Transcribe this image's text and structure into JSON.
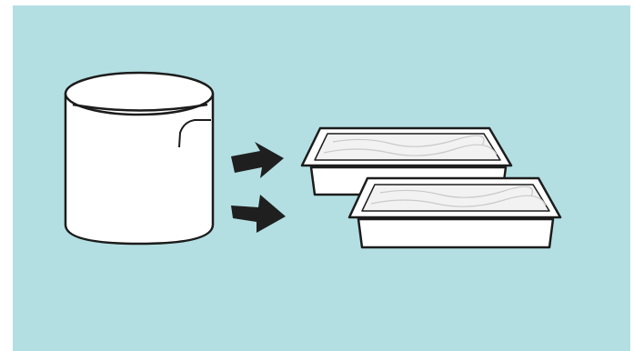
{
  "illustration": {
    "colors": {
      "background": "#b3dfe2",
      "outline": "#1c1c1c",
      "fill": "#ffffff",
      "arrow": "#1f1f1f",
      "texture": "#c9c9c9"
    },
    "elements": [
      {
        "name": "bucket",
        "icon": "bucket-icon"
      },
      {
        "name": "arrow-upper",
        "icon": "arrow-right-icon"
      },
      {
        "name": "arrow-lower",
        "icon": "arrow-right-icon"
      },
      {
        "name": "tray-back",
        "icon": "tray-icon"
      },
      {
        "name": "tray-front",
        "icon": "tray-icon"
      }
    ]
  }
}
